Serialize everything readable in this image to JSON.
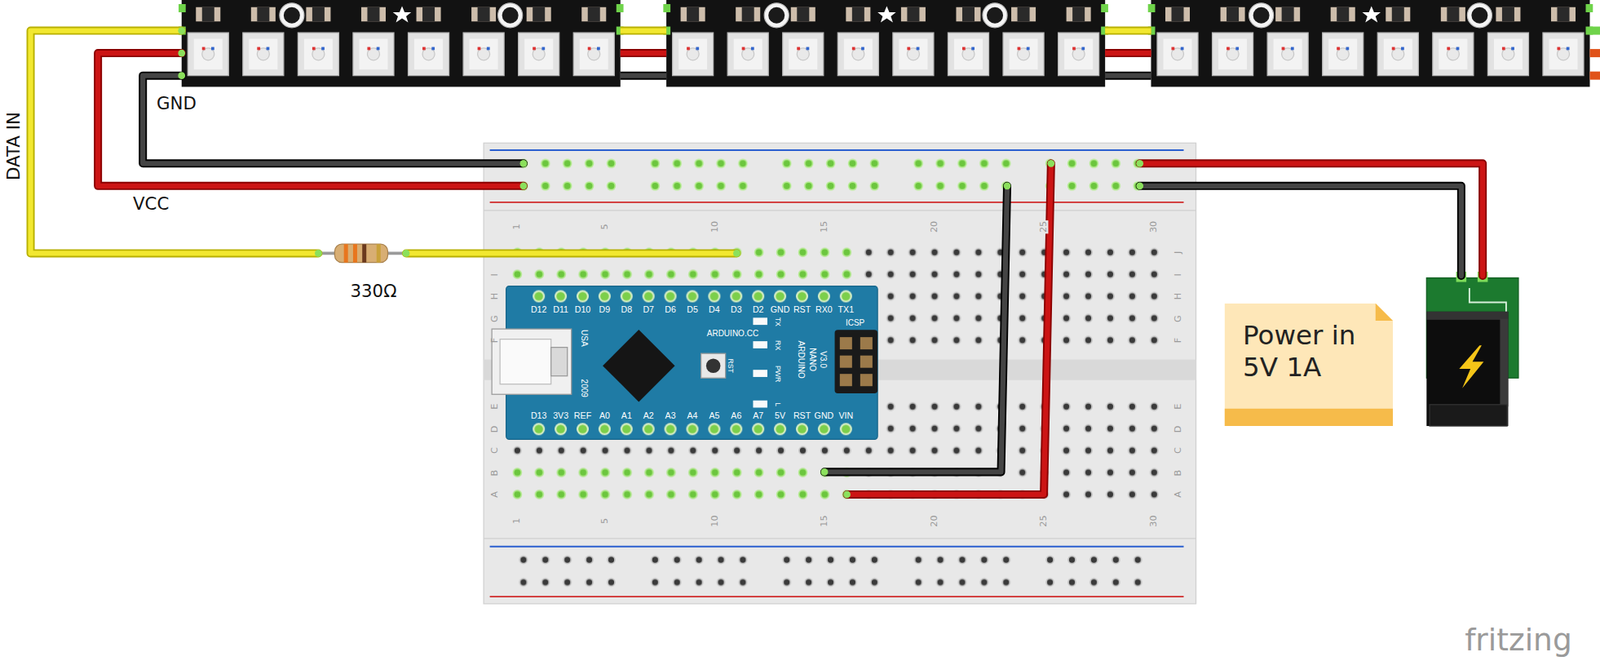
{
  "diagram": {
    "nodes": [
      {
        "text": [
          "Power in 5V 1A"
        ]
      }
    ],
    "labels": [
      "DATA IN",
      "GND",
      "VCC",
      "330Ω",
      "1",
      "5",
      "10",
      "15",
      "20",
      "25",
      "30",
      "1",
      "5",
      "10",
      "15",
      "20",
      "25",
      "30",
      "J",
      "I",
      "H",
      "G",
      "F",
      "I",
      "H",
      "G",
      "F",
      "E",
      "D",
      "C",
      "B",
      "A",
      "E",
      "D",
      "C",
      "B",
      "A",
      "D12",
      "D11",
      "D10",
      "D9",
      "D8",
      "D7",
      "D6",
      "D5",
      "D4",
      "D3",
      "D2",
      "GND",
      "RST",
      "RX0",
      "TX1",
      "D13",
      "3V3",
      "REF",
      "A0",
      "A1",
      "A2",
      "A3",
      "A4",
      "A5",
      "A6",
      "A7",
      "5V",
      "RST",
      "GND",
      "VIN",
      "ARDUINO.CC",
      "USA",
      "2009",
      "RST",
      "TX",
      "RX",
      "PWR",
      "L",
      "ARDUINO",
      "NANO",
      "V3.0",
      "ICSP",
      "fritzing"
    ]
  }
}
